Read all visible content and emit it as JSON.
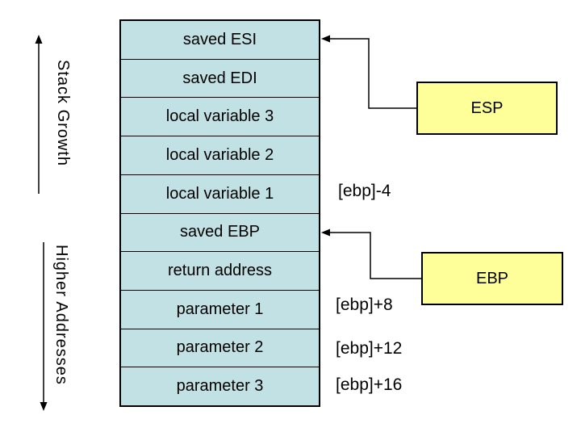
{
  "colors": {
    "background": "#ffffff",
    "stack_fill": "#c2e1e4",
    "register_fill": "#ffff99",
    "line": "#000000"
  },
  "stack": {
    "rows": [
      {
        "label": "saved ESI"
      },
      {
        "label": "saved EDI"
      },
      {
        "label": "local variable 3"
      },
      {
        "label": "local variable 2"
      },
      {
        "label": "local variable 1",
        "annotation": "[ebp]-4"
      },
      {
        "label": "saved EBP"
      },
      {
        "label": "return address"
      },
      {
        "label": "parameter 1",
        "annotation": "[ebp]+8"
      },
      {
        "label": "parameter 2",
        "annotation": "[ebp]+12"
      },
      {
        "label": "parameter 3",
        "annotation": "[ebp]+16"
      }
    ]
  },
  "registers": [
    {
      "label": "ESP",
      "points_to_row": "saved ESI"
    },
    {
      "label": "EBP",
      "points_to_row": "saved EBP"
    }
  ],
  "side_labels": [
    {
      "text": "Stack Growth",
      "arrow_direction": "up"
    },
    {
      "text": "Higher Addresses",
      "arrow_direction": "down"
    }
  ]
}
